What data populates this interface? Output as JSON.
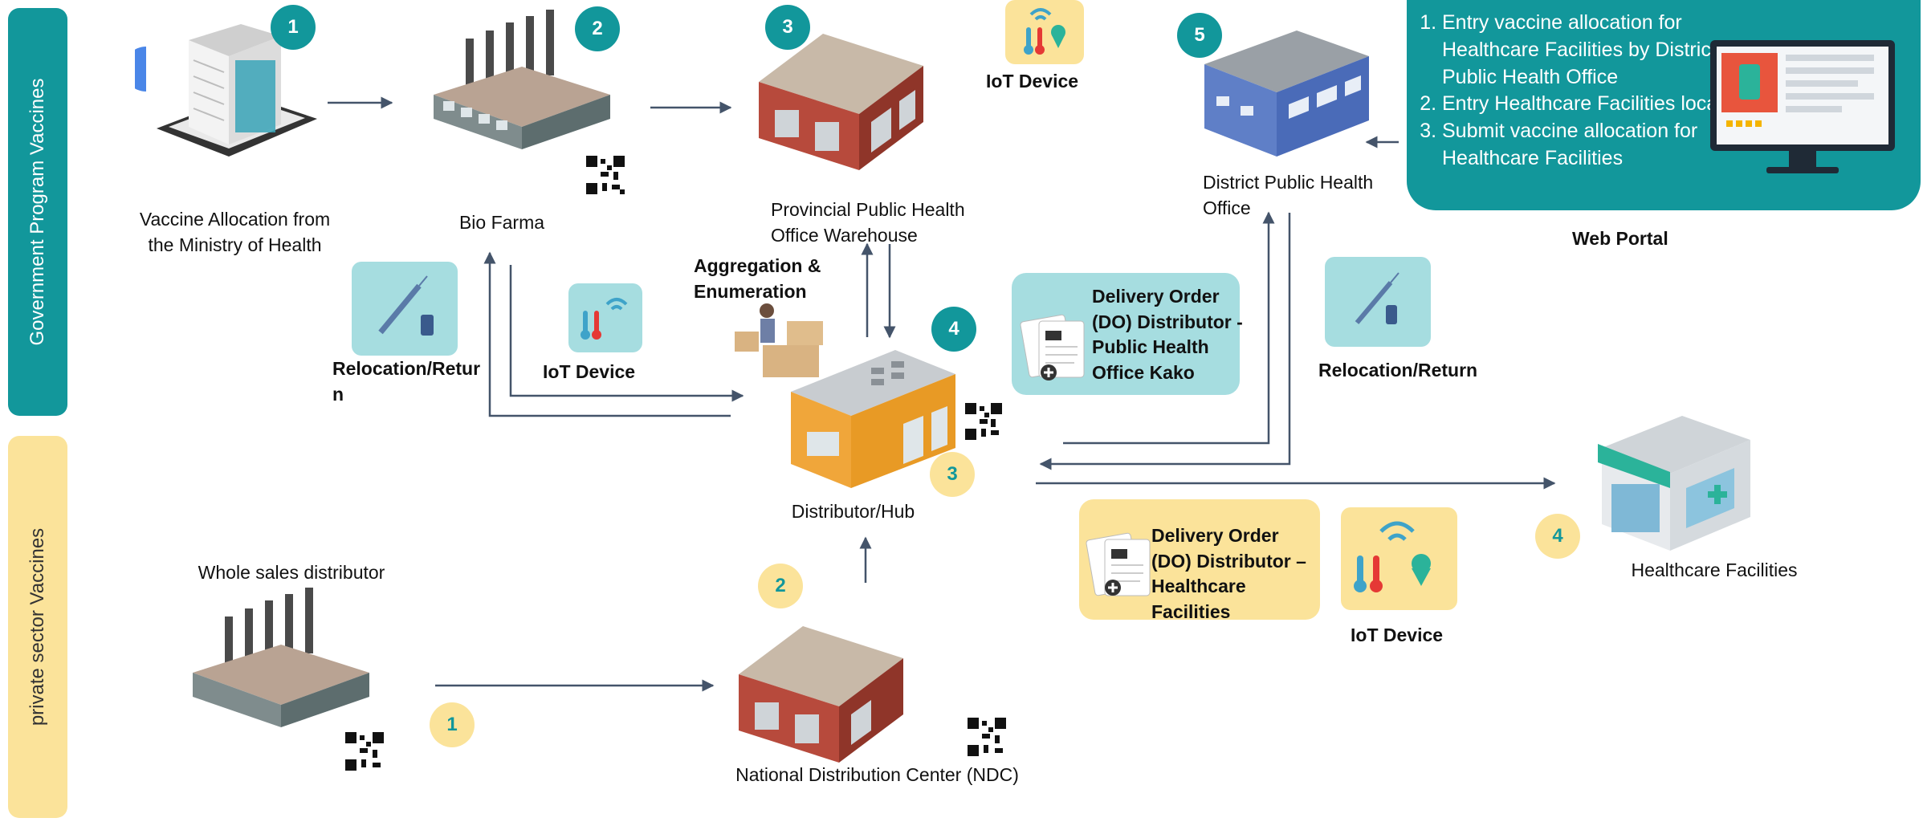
{
  "sections": {
    "government_label": "Government Program Vaccines",
    "private_label": "private sector Vaccines"
  },
  "badges": {
    "gov": [
      "1",
      "2",
      "3",
      "4",
      "5"
    ],
    "priv": [
      "1",
      "2",
      "3",
      "4"
    ]
  },
  "nodes": {
    "ministry": "Vaccine Allocation from the Ministry of Health",
    "biofarma": "Bio Farma",
    "provincial": "Provincial Public Health Office Warehouse",
    "district": "District Public Health Office",
    "distributor": "Distributor/Hub",
    "healthcare": "Healthcare Facilities",
    "wholesale": "Whole sales distributor",
    "ndc": "National Distribution Center (NDC)"
  },
  "labels": {
    "iot_top": "IoT Device",
    "iot_mid": "IoT Device",
    "iot_bottom": "IoT Device",
    "aggregation": "Aggregation & Enumeration",
    "relocation_left": "Relocation/Return",
    "relocation_right": "Relocation/Return",
    "web_portal": "Web Portal"
  },
  "cards": {
    "do_public": "Delivery Order (DO) Distributor - Public Health Office Kako",
    "do_healthcare": "Delivery Order (DO) Distributor – Healthcare Facilities"
  },
  "portal_steps": [
    "Entry vaccine allocation for Healthcare Facilities by District Public Health Office",
    "Entry Healthcare Facilities location",
    "Submit vaccine allocation for Healthcare Facilities"
  ],
  "colors": {
    "teal": "#12979b",
    "light_teal": "#a6dde0",
    "yellow": "#fbe39a",
    "arrow": "#44546a"
  }
}
